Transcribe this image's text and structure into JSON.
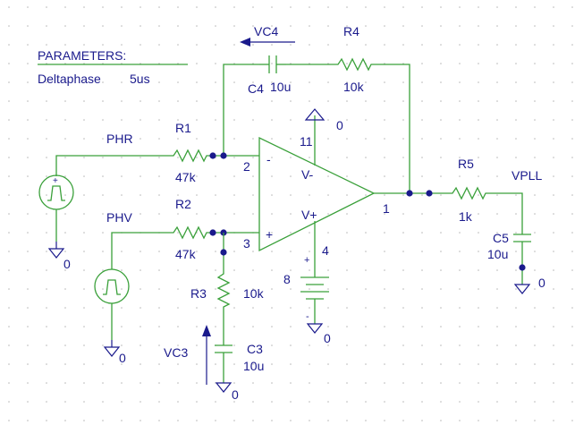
{
  "parameters": {
    "title": "PARAMETERS:",
    "name": "Deltaphase",
    "value": "5us"
  },
  "sources": {
    "phr": "PHR",
    "phv": "PHV"
  },
  "resistors": {
    "r1": {
      "ref": "R1",
      "value": "47k"
    },
    "r2": {
      "ref": "R2",
      "value": "47k"
    },
    "r3": {
      "ref": "R3",
      "value": "10k"
    },
    "r4": {
      "ref": "R4",
      "value": "10k"
    },
    "r5": {
      "ref": "R5",
      "value": "1k"
    }
  },
  "capacitors": {
    "c3": {
      "ref": "C3",
      "value": "10u"
    },
    "c4": {
      "ref": "C4",
      "value": "10u"
    },
    "c5": {
      "ref": "C5",
      "value": "10u"
    }
  },
  "opamp": {
    "pin_inv": "2",
    "pin_noninv": "3",
    "pin_out": "1",
    "pin_vneg": "11",
    "pin_vpos": "4",
    "label_vneg": "V-",
    "label_vpos": "V+",
    "sign_inv": "-",
    "sign_noninv": "+"
  },
  "battery": {
    "value": "8",
    "plus": "+",
    "minus": "-"
  },
  "probes": {
    "vc4": "VC4",
    "vc3": "VC3",
    "vpll": "VPLL"
  },
  "grounds": {
    "zero": "0"
  },
  "colors": {
    "wire": "#3aa03a",
    "text": "#1a1a8c",
    "grid_dot": "#b8b8b8"
  }
}
